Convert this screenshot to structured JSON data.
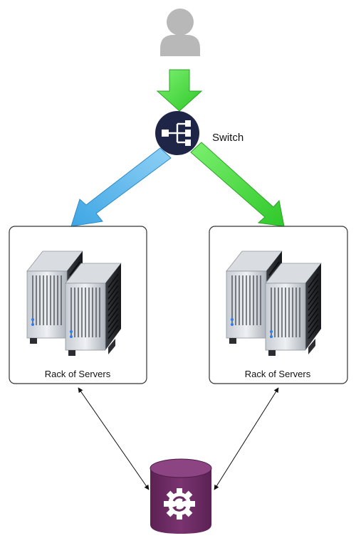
{
  "nodes": {
    "user": {
      "icon": "person-icon",
      "color": "#b8b8b8"
    },
    "switch": {
      "label": "Switch",
      "icon": "network-switch-icon",
      "color": "#1f2547"
    },
    "rack_left": {
      "label": "Rack of Servers",
      "icon": "server-icon"
    },
    "rack_right": {
      "label": "Rack of Servers",
      "icon": "server-icon"
    },
    "database": {
      "icon": "database-gear-icon",
      "color": "#6b2c63"
    }
  },
  "colors": {
    "green_arrow": "#48e23e",
    "blue_arrow": "#57b6ea",
    "connector": "#111111",
    "box_border": "#333333"
  }
}
